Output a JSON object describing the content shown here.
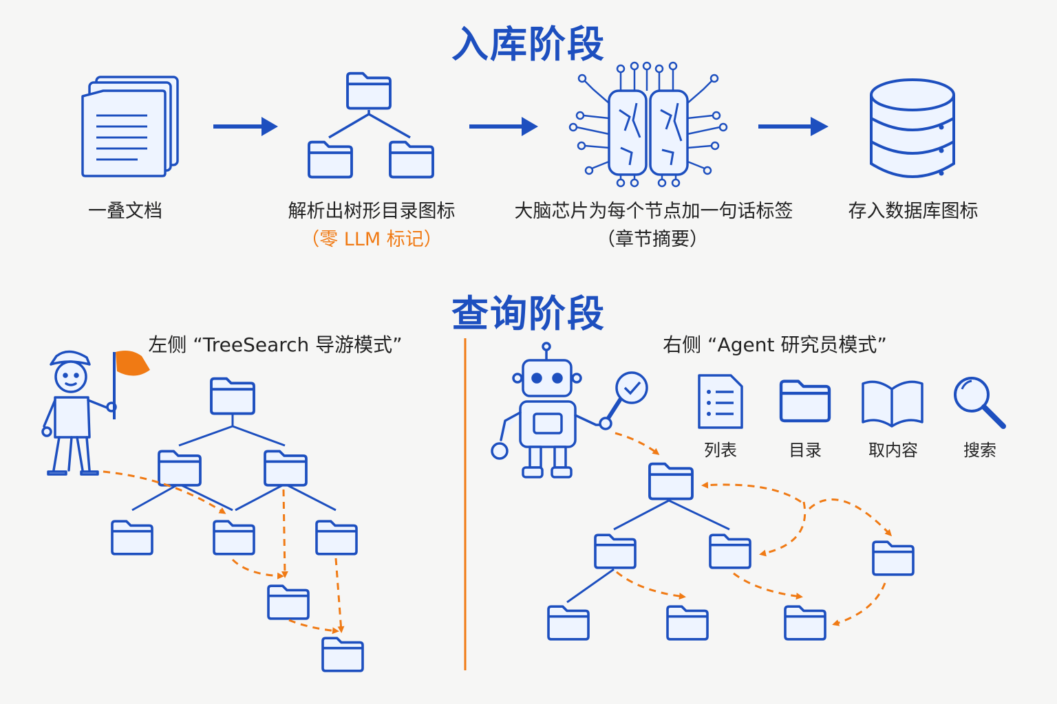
{
  "ingest": {
    "title": "入库阶段",
    "steps": [
      {
        "label": "一叠文档",
        "icon": "document-stack-icon"
      },
      {
        "label": "解析出树形目录图标",
        "note": "（零 LLM 标记）",
        "icon": "folder-tree-icon"
      },
      {
        "label": "大脑芯片为每个节点加一句话标签",
        "note": "（章节摘要）",
        "icon": "brain-chip-icon"
      },
      {
        "label": "存入数据库图标",
        "icon": "database-icon"
      }
    ]
  },
  "query": {
    "title": "查询阶段",
    "left_mode": "左侧 “TreeSearch 导游模式”",
    "right_mode": "右侧 “Agent 研究员模式”",
    "tools": [
      {
        "label": "列表",
        "icon": "list-icon"
      },
      {
        "label": "目录",
        "icon": "folder-icon"
      },
      {
        "label": "取内容",
        "icon": "open-book-icon"
      },
      {
        "label": "搜索",
        "icon": "magnifier-icon"
      }
    ]
  },
  "colors": {
    "primary": "#1d4fbf",
    "accent": "#f07a14"
  }
}
